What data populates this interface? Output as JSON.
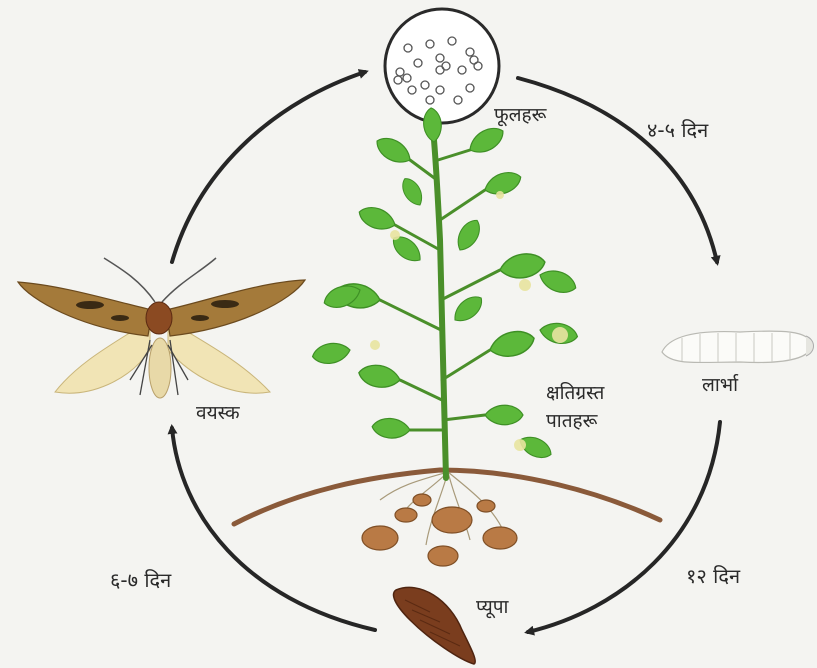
{
  "stages": {
    "eggs": "फूलहरू",
    "larva": "लार्भा",
    "pupa": "प्यूपा",
    "adult": "वयस्क",
    "damaged_leaves_line1": "क्षतिग्रस्त",
    "damaged_leaves_line2": "पातहरू"
  },
  "durations": {
    "egg_to_larva": "४-५ दिन",
    "larva_to_pupa": "१२ दिन",
    "pupa_to_adult": "६-७ दिन"
  },
  "colors": {
    "background": "#f4f4f1",
    "arrow": "#262626",
    "leaf": "#5cb83a",
    "leaf_dark": "#3e8f25",
    "leaf_damage": "#e8e4a0",
    "stem": "#4a8f2a",
    "soil": "#8a5a3a",
    "tuber": "#b97a45",
    "pupa": "#7a3d1e",
    "moth_wing": "#a47a3a",
    "moth_hindwing": "#f1e4b5",
    "moth_body": "#8b4a22"
  },
  "icons": [
    "egg-cluster-icon",
    "larva-icon",
    "pupa-icon",
    "moth-icon",
    "potato-plant-icon"
  ]
}
